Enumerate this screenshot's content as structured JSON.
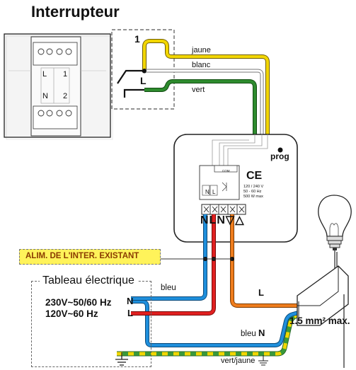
{
  "title": "Interrupteur",
  "switch": {
    "terminal_1": "1",
    "terminal_L": "L",
    "inner_L": "L",
    "inner_1": "1",
    "inner_N": "N",
    "inner_2": "2"
  },
  "wires_top": {
    "jaune": "jaune",
    "blanc": "blanc",
    "vert": "vert"
  },
  "module": {
    "prog": "prog",
    "ce": "CE",
    "spec_line1": "120 / 240 V",
    "spec_line2": "50 - 60 Hz",
    "spec_line3": "500 W max",
    "com": "COM",
    "mini_N": "N",
    "mini_L": "L",
    "terminals": "NLN▽△"
  },
  "alim_label": "ALIM. DE L'INTER. EXISTANT",
  "tableau": {
    "title": "Tableau électrique",
    "voltage_1": "230V~50/60 Hz",
    "voltage_2": "120V~60 Hz",
    "N": "N",
    "L": "L"
  },
  "wires_bottom": {
    "bleu": "bleu",
    "L": "L",
    "bleu_N_word": "bleu",
    "bleu_N_letter": "N",
    "section": "1.5 mm² max.",
    "vert_jaune": "vert/jaune"
  },
  "colors": {
    "jaune": "#f2d600",
    "blanc": "#e6e6e6",
    "vert": "#2e8b2e",
    "bleu": "#1f8fdc",
    "rouge": "#e02020",
    "orange": "#ef7d1d",
    "vertjaune_green": "#3a9a3a",
    "vertjaune_yellow": "#f2d600",
    "alim_bg": "#fff35a"
  },
  "icons": [
    "ground-icon",
    "light-bulb-icon",
    "lamp-socket-icon",
    "toggle-switch-icon"
  ]
}
